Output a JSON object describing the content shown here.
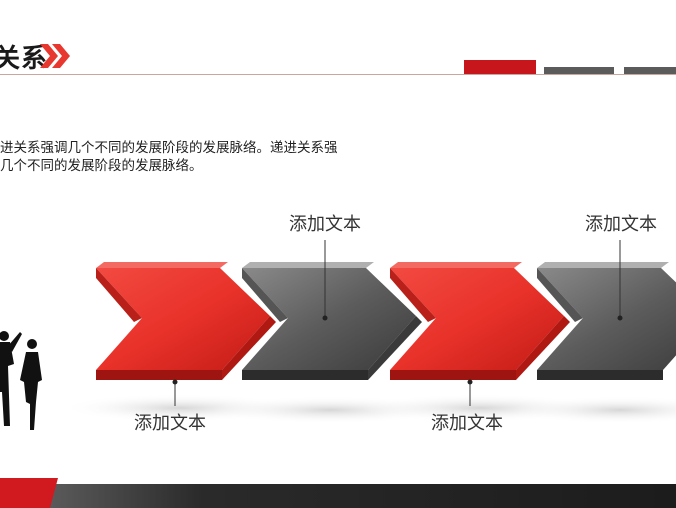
{
  "header": {
    "title": "关系",
    "accent_color": "#c8161d",
    "grey_color": "#5b5b5b"
  },
  "description": {
    "line1": "进关系强调几个不同的发展阶段的发展脉络。递进关系强",
    "line2": "几个不同的发展阶段的发展脉络。"
  },
  "diagram": {
    "steps": [
      {
        "label": "添加文本",
        "color": "red"
      },
      {
        "label": "添加文本",
        "color": "grey"
      },
      {
        "label": "添加文本",
        "color": "red"
      },
      {
        "label": "添加文本",
        "color": "grey"
      }
    ]
  }
}
